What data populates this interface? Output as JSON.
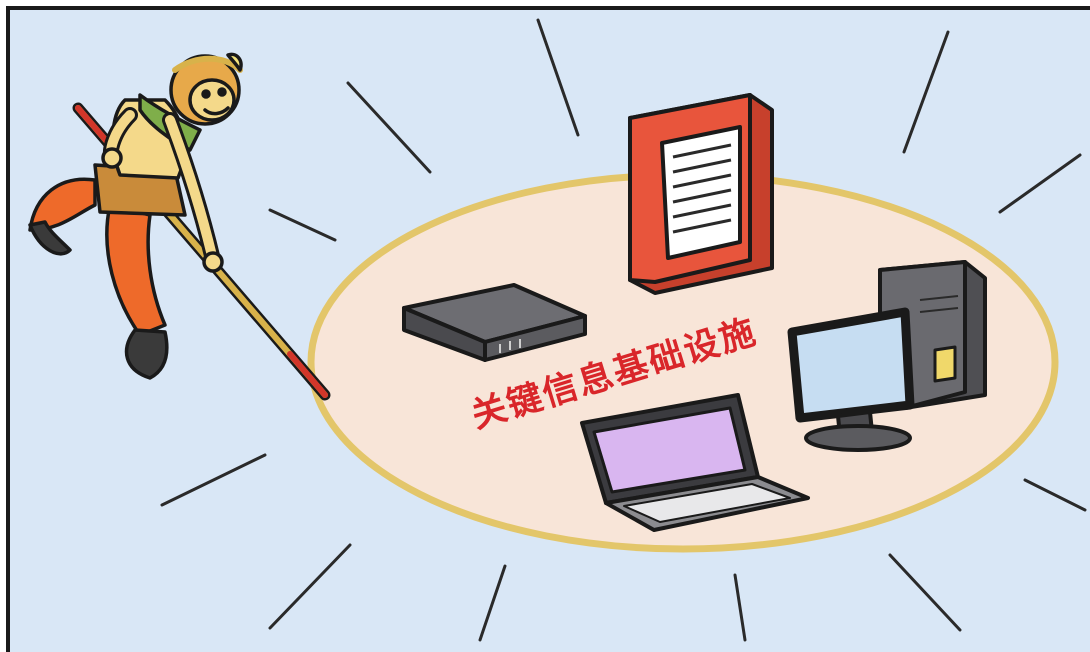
{
  "panel": {
    "caption": "关键信息基础设施",
    "colors": {
      "sky": "#d9e7f6",
      "ellipse_fill": "#f8e5d8",
      "ellipse_border": "#e3c66a",
      "caption": "#d9262a",
      "server_red": "#e8553c",
      "router_gray": "#5b5b5f",
      "laptop_screen": "#d9b6f0",
      "monitor_screen": "#c6ddf2",
      "monkey_skin": "#f4d98a",
      "monkey_pants": "#ee6a2a"
    }
  },
  "devices": [
    {
      "name": "server",
      "icon": "server-rack-icon"
    },
    {
      "name": "router",
      "icon": "router-icon"
    },
    {
      "name": "desktop-computer",
      "icon": "desktop-computer-icon"
    },
    {
      "name": "laptop",
      "icon": "laptop-icon"
    }
  ],
  "character": {
    "name": "monkey-king",
    "icon": "monkey-king-with-staff-icon"
  }
}
